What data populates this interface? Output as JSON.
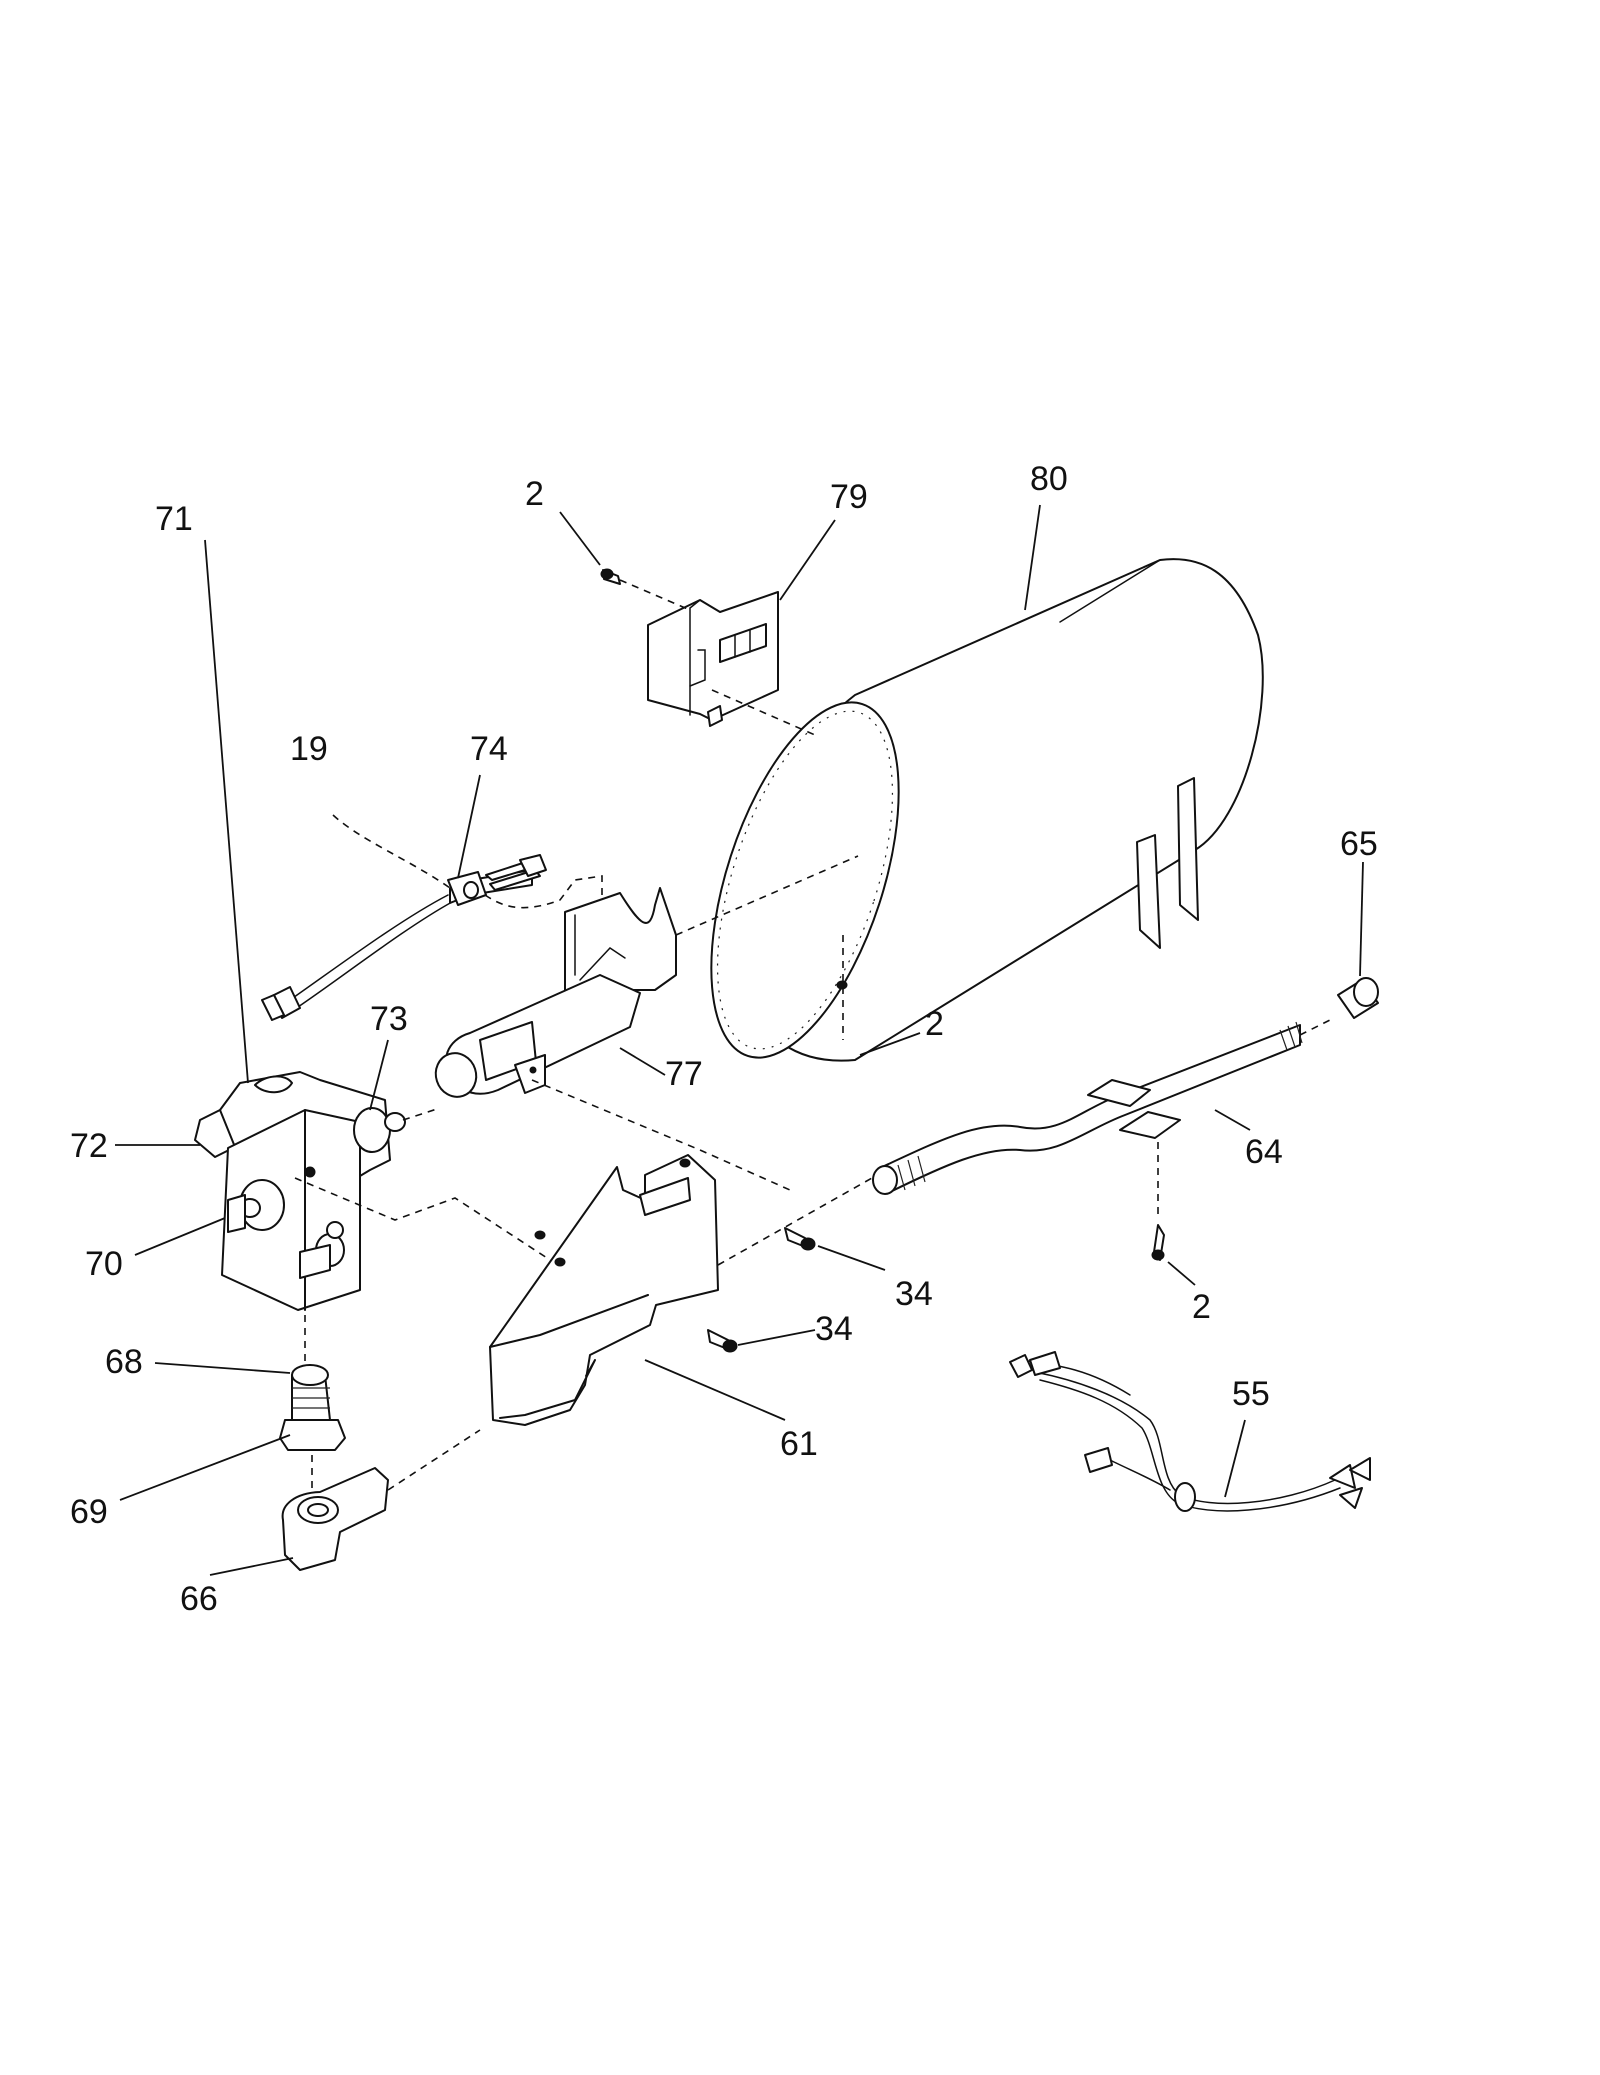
{
  "diagram": {
    "callouts": [
      {
        "id": "screw-top",
        "label": "2"
      },
      {
        "id": "bracket",
        "label": "79"
      },
      {
        "id": "drum",
        "label": "80"
      },
      {
        "id": "wire",
        "label": "19"
      },
      {
        "id": "igniter",
        "label": "74"
      },
      {
        "id": "cap",
        "label": "65"
      },
      {
        "id": "valve-top",
        "label": "71"
      },
      {
        "id": "orifice",
        "label": "73"
      },
      {
        "id": "screw-drum",
        "label": "2"
      },
      {
        "id": "burner",
        "label": "77"
      },
      {
        "id": "valve-side",
        "label": "72"
      },
      {
        "id": "pipe",
        "label": "64"
      },
      {
        "id": "valve-body",
        "label": "70"
      },
      {
        "id": "screw-34a",
        "label": "34"
      },
      {
        "id": "screw-pipe",
        "label": "2"
      },
      {
        "id": "screw-34b",
        "label": "34"
      },
      {
        "id": "fitting",
        "label": "68"
      },
      {
        "id": "harness",
        "label": "55"
      },
      {
        "id": "shield",
        "label": "61"
      },
      {
        "id": "nut",
        "label": "69"
      },
      {
        "id": "elbow",
        "label": "66"
      }
    ]
  }
}
